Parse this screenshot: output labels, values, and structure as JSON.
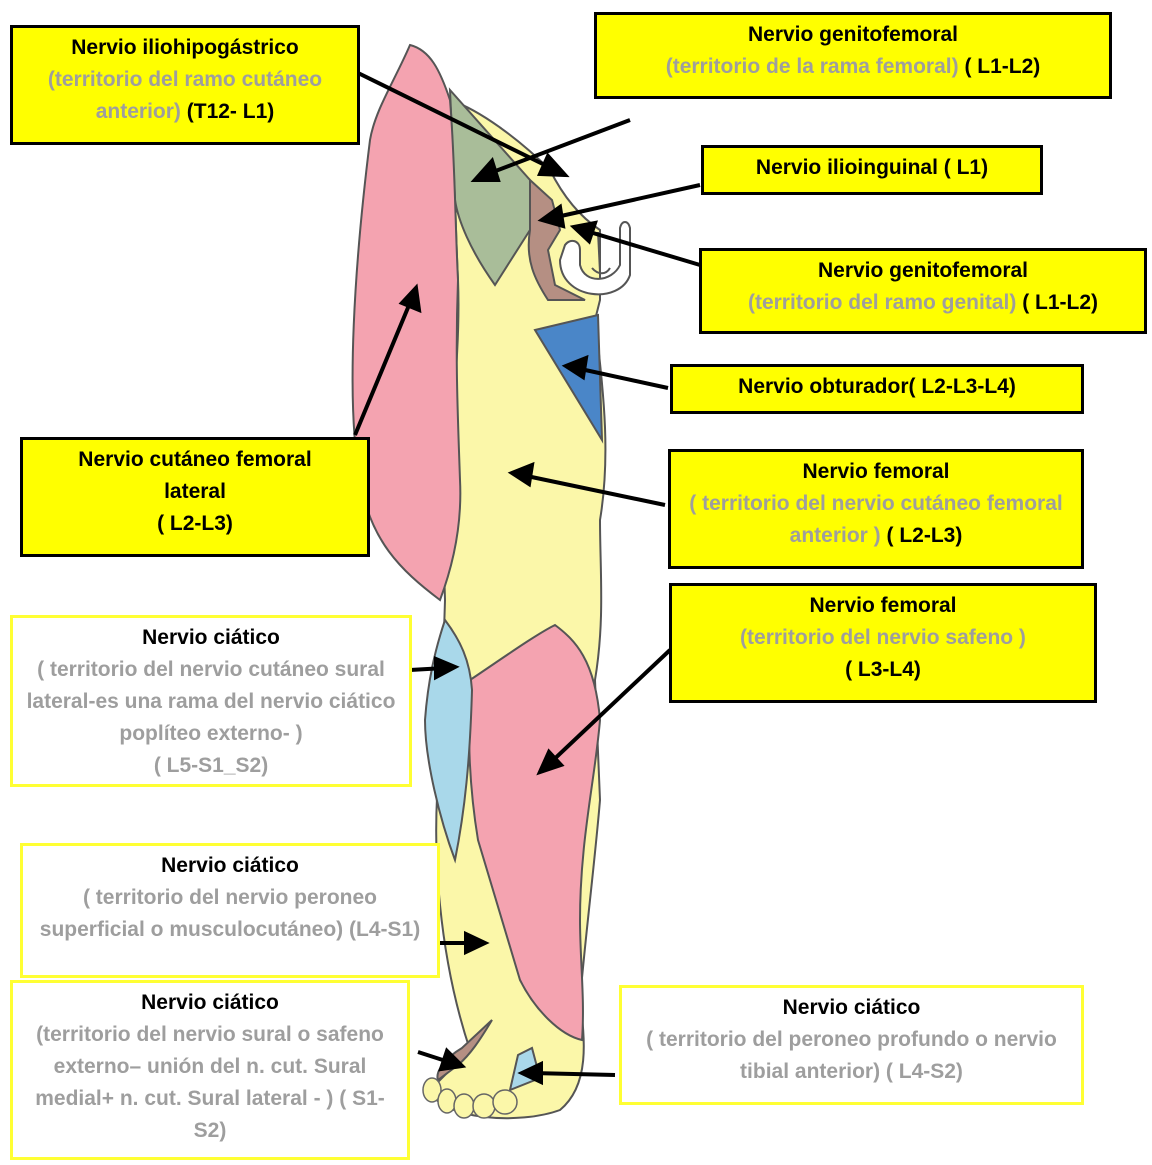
{
  "colors": {
    "label_fill": "#ffff00",
    "label_border": "#000000",
    "label_outline_yellow": "#ffff33",
    "description_text": "#9e9e9e",
    "iliohipogastrico": "#a9bd99",
    "ilioinguinal": "#b58f83",
    "cutaneo_femoral_lateral": "#f4a3b0",
    "femoral": "#fbf7a9",
    "obturador": "#4a86c8",
    "safeno": "#f4a3b0",
    "sural_lateral": "#a9d8ea",
    "peroneo_profundo": "#a9d8ea"
  },
  "labels": {
    "iliohipogastrico": {
      "title": "Nervio  iliohipogástrico",
      "desc": "(territorio del ramo cutáneo anterior)",
      "roots": "(T12- L1)"
    },
    "genitofemoral_femoral": {
      "title": "Nervio  genitofemoral",
      "desc": "(territorio de la rama femoral)",
      "roots": "( L1-L2)"
    },
    "ilioinguinal": {
      "title": "Nervio  ilioinguinal ( L1)"
    },
    "genitofemoral_genital": {
      "title": "Nervio  genitofemoral",
      "desc": "(territorio del ramo genital)",
      "roots": "( L1-L2)"
    },
    "obturador": {
      "title": "Nervio  obturador( L2-L3-L4)"
    },
    "cutaneo_femoral_lateral": {
      "title": "Nervio cutáneo femoral lateral",
      "roots": "( L2-L3)"
    },
    "femoral_cutaneo": {
      "title": "Nervio femoral",
      "desc": "( territorio del nervio cutáneo femoral anterior )",
      "roots": "( L2-L3)"
    },
    "femoral_safeno": {
      "title": "Nervio femoral",
      "desc": "(territorio del nervio safeno )",
      "roots": "( L3-L4)"
    },
    "ciatico_sural_lateral": {
      "title": "Nervio ciático",
      "desc": "( territorio  del nervio cutáneo sural lateral-es una rama del nervio ciático poplíteo externo-  )",
      "roots": "( L5-S1_S2)"
    },
    "ciatico_peroneo_superficial": {
      "title": "Nervio ciático",
      "desc": "( territorio del nervio peroneo superficial o musculocutáneo)",
      "roots": "(L4-S1)"
    },
    "ciatico_sural": {
      "title": "Nervio ciático",
      "desc": "(territorio  del   nervio sural o safeno externo– unión del n. cut. Sural medial+ n. cut. Sural lateral - )",
      "roots": "( S1-S2)"
    },
    "ciatico_peroneo_profundo": {
      "title": "Nervio ciático",
      "desc": "( territorio  del   peroneo profundo o nervio tibial anterior)",
      "roots": "( L4-S2)"
    }
  },
  "icons": {
    "genital": "genitalia-outline-icon"
  }
}
